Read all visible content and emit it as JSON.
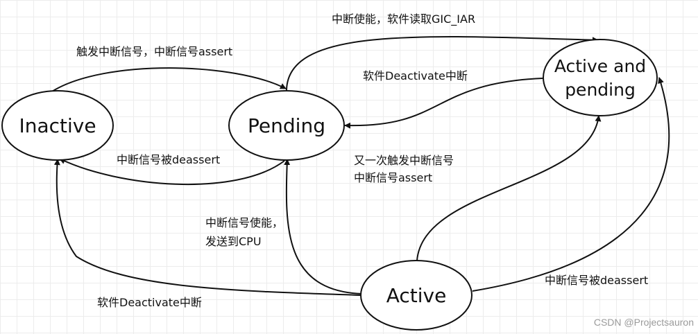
{
  "states": {
    "inactive": "Inactive",
    "pending": "Pending",
    "active_pending_line1": "Active and",
    "active_pending_line2": "pending",
    "active": "Active"
  },
  "edges": {
    "inactive_to_pending": "触发中断信号，中断信号assert",
    "pending_to_inactive": "中断信号被deassert",
    "pending_to_active_pending": "中断使能，软件读取GIC_IAR",
    "active_pending_to_pending": "软件Deactivate中断",
    "active_to_active_pending_line1": "又一次触发中断信号",
    "active_to_active_pending_line2": "中断信号assert",
    "pending_to_active_line1": "中断信号使能，",
    "pending_to_active_line2": "发送到CPU",
    "active_to_inactive": "软件Deactivate中断",
    "active_pending_to_active": "中断信号被deassert"
  },
  "watermark": "CSDN @Projectsauron"
}
